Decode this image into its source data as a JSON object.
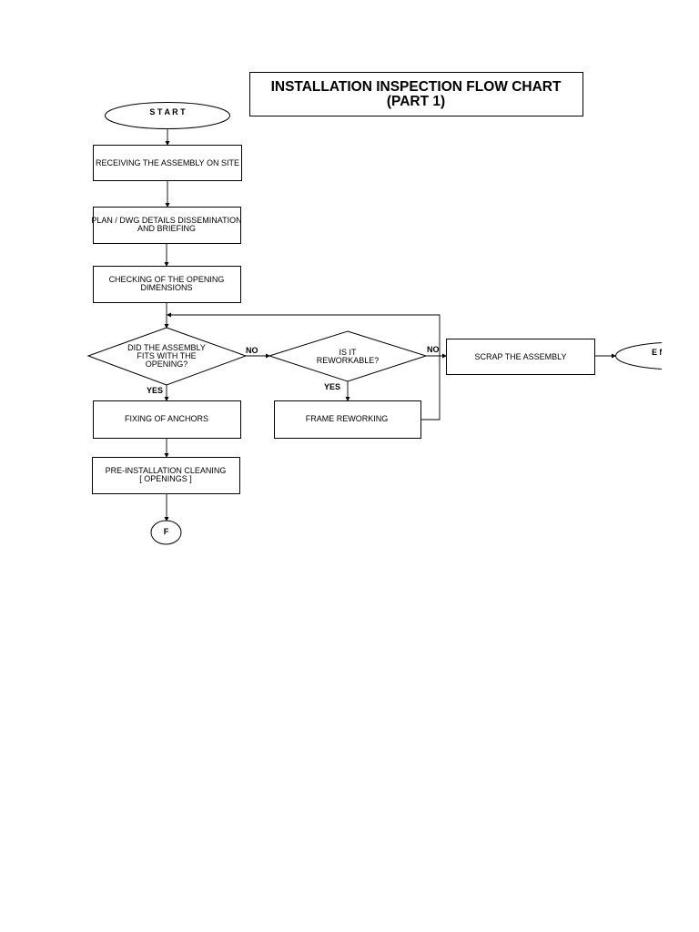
{
  "title": {
    "line1": "INSTALLATION INSPECTION FLOW CHART",
    "line2": "(PART 1)"
  },
  "nodes": {
    "start": "S T A R T",
    "receiving": "RECEIVING THE ASSEMBLY ON SITE",
    "plan_line1": "PLAN / DWG DETAILS DISSEMINATION",
    "plan_line2": "AND BRIEFING",
    "checking_line1": "CHECKING OF THE OPENING",
    "checking_line2": "DIMENSIONS",
    "fits_line1": "DID THE ASSEMBLY",
    "fits_line2": "FITS WITH THE",
    "fits_line3": "OPENING?",
    "reworkable_line1": "IS IT",
    "reworkable_line2": "REWORKABLE?",
    "scrap": "SCRAP THE ASSEMBLY",
    "end": "E N",
    "anchors": "FIXING OF ANCHORS",
    "frame": "FRAME REWORKING",
    "cleaning_line1": "PRE-INSTALLATION CLEANING",
    "cleaning_line2": "[ OPENINGS ]",
    "connector": "F"
  },
  "edge_labels": {
    "no1": "NO",
    "no2": "NO",
    "yes1": "YES",
    "yes2": "YES"
  }
}
